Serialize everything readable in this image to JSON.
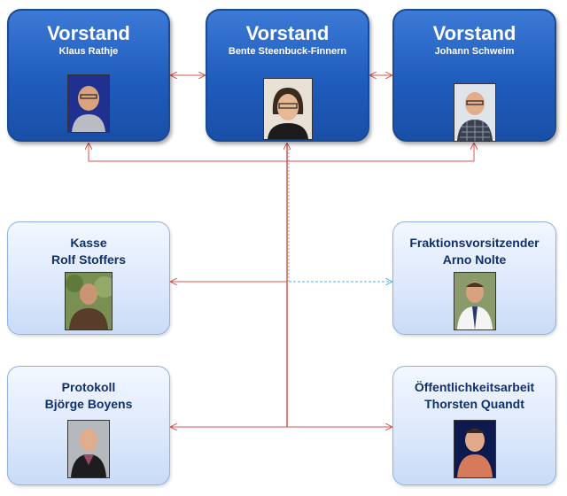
{
  "board": [
    {
      "title": "Vorstand",
      "name": "Klaus Rathje",
      "photo": "portrait-photo-man-glasses"
    },
    {
      "title": "Vorstand",
      "name": "Bente  Steenbuck-Finnern",
      "photo": "portrait-photo-woman-glasses"
    },
    {
      "title": "Vorstand",
      "name": "Johann Schweim",
      "photo": "portrait-photo-man-glasses-checked-shirt"
    }
  ],
  "roles": [
    {
      "title": "Kasse",
      "name": "Rolf Stoffers",
      "photo": "portrait-photo-man-outdoors"
    },
    {
      "title": "Fraktionsvorsitzender",
      "name": "Arno Nolte",
      "photo": "portrait-photo-man-white-shirt"
    },
    {
      "title": "Protokoll",
      "name": "Björge Boyens",
      "photo": "portrait-photo-man-dark-jacket"
    },
    {
      "title": "Öffentlichkeitsarbeit",
      "name": "Thorsten Quandt",
      "photo": "portrait-photo-man-red-shirt"
    }
  ],
  "colors": {
    "board_box": "#1f5cbc",
    "role_box": "#dbe7fb",
    "connector": "#d9534f",
    "dotted_connector": "#4fb3e8",
    "text_dark": "#10316b"
  }
}
